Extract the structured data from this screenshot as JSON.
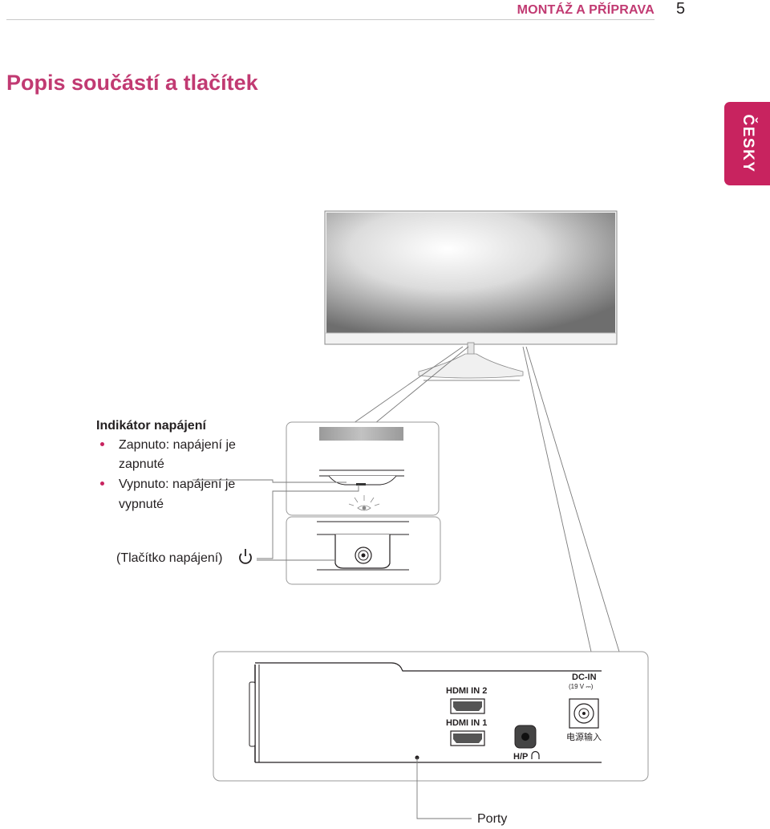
{
  "header": {
    "section": "MONTÁŽ A PŘÍPRAVA",
    "page_number": "5"
  },
  "title": "Popis součástí a tlačítek",
  "language_tab": "ČESKY",
  "power_indicator": {
    "title": "Indikátor napájení",
    "line1": "Zapnuto: napájení je",
    "line2": "zapnuté",
    "line3": "Vypnuto: napájení je",
    "line4": "vypnuté"
  },
  "power_button": {
    "label": "(Tlačítko napájení)",
    "icon": "power-icon"
  },
  "ports": {
    "label": "Porty",
    "hdmi2": "HDMI IN 2",
    "hdmi1": "HDMI IN 1",
    "dc_in": "DC-IN",
    "dc_voltage": "(19 V ⎓)",
    "headphone": "H/P",
    "chinese_power": "电源输入"
  },
  "colors": {
    "accent": "#c13a72",
    "tab": "#c8235f"
  }
}
